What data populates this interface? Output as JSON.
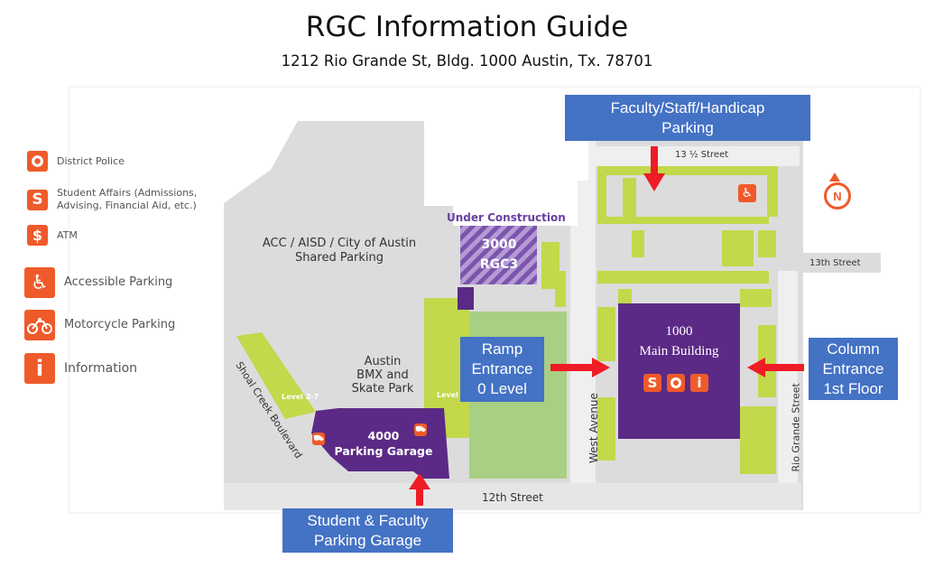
{
  "header": {
    "title": "RGC Information Guide",
    "address": "1212 Rio Grande St, Bldg. 1000 Austin, Tx. 78701"
  },
  "legend": {
    "district_police": {
      "icon": "police-badge-icon",
      "label": "District Police"
    },
    "student_affairs": {
      "icon": "s-icon",
      "glyph": "S",
      "label_line1": "Student Affairs (Admissions,",
      "label_line2": "Advising, Financial Aid, etc.)"
    },
    "atm": {
      "icon": "dollar-icon",
      "glyph": "$",
      "label": "ATM"
    },
    "accessible_parking": {
      "icon": "wheelchair-icon",
      "label": "Accessible Parking"
    },
    "motorcycle_parking": {
      "icon": "motorcycle-icon",
      "label": "Motorcycle Parking"
    },
    "information": {
      "icon": "info-icon",
      "glyph": "i",
      "label": "Information"
    }
  },
  "map": {
    "streets": {
      "thirteen_half": "13 ½ Street",
      "thirteenth": "13th Street",
      "twelfth": "12th Street",
      "west_avenue": "West Avenue",
      "rio_grande": "Rio Grande Street",
      "shoal_creek": "Shoal Creek Boulevard"
    },
    "areas": {
      "shared_parking_line1": "ACC / AISD / City of Austin",
      "shared_parking_line2": "Shared Parking",
      "bmx_line1": "Austin",
      "bmx_line2": "BMX and",
      "bmx_line3": "Skate Park"
    },
    "buildings": {
      "rgc3_status": "Under Construction",
      "rgc3_line1": "3000",
      "rgc3_line2": "RGC3",
      "main_line1": "1000",
      "main_line2": "Main Building",
      "garage_line1": "4000",
      "garage_line2": "Parking Garage",
      "garage_level_left": "Level 2-7",
      "garage_level_right": "Level"
    },
    "main_building_icons": [
      "S",
      "police-badge-icon",
      "i"
    ],
    "north_label": "N",
    "colors": {
      "building_purple": "#5b2a86",
      "green": "#c3d84b",
      "field_green": "#a9cf82",
      "ground": "#dcdcdc",
      "accent_orange": "#ef5a2a",
      "callout_blue": "#4472c4",
      "arrow_red": "#ee1c24"
    }
  },
  "callouts": {
    "faculty": {
      "line1": "Faculty/Staff/Handicap",
      "line2": "Parking"
    },
    "ramp": {
      "line1": "Ramp",
      "line2": "Entrance",
      "line3": "0 Level"
    },
    "column": {
      "line1": "Column",
      "line2": "Entrance",
      "line3": "1st Floor"
    },
    "student": {
      "line1": "Student & Faculty",
      "line2": "Parking Garage"
    }
  }
}
